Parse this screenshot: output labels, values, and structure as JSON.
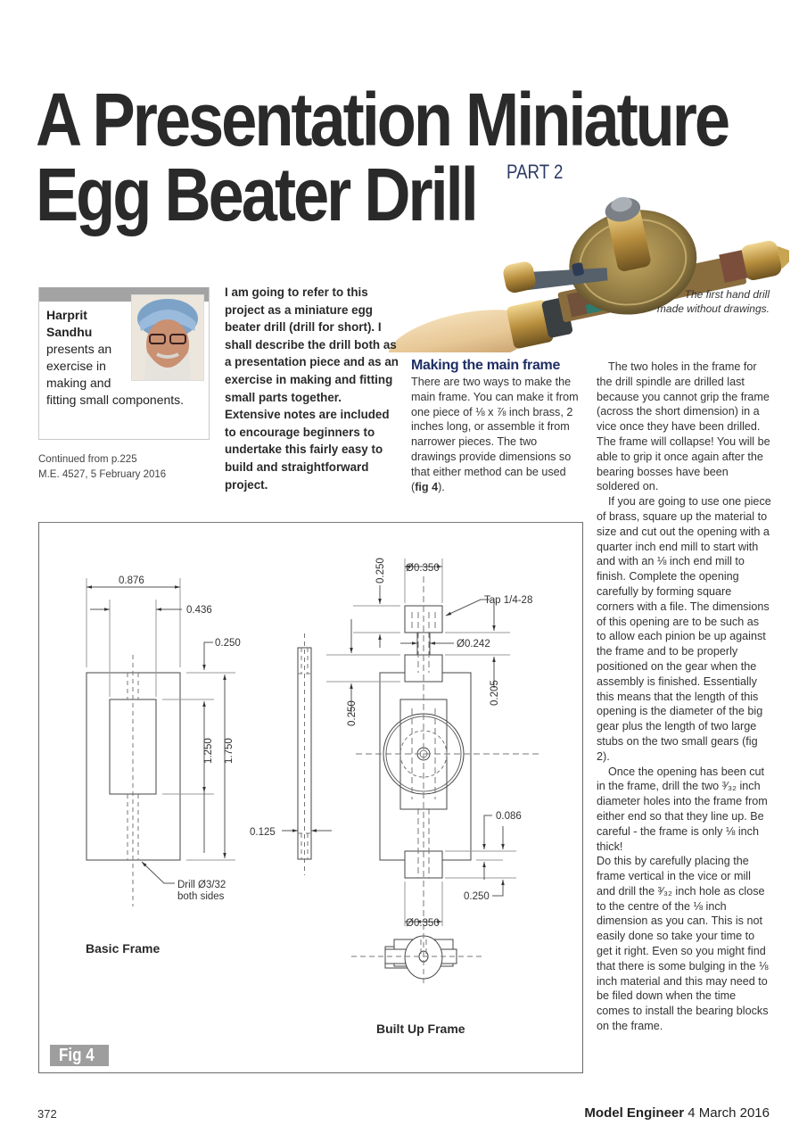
{
  "header": {
    "title_line1": "A Presentation Miniature",
    "title_line2": "Egg Beater Drill",
    "part": "PART 2"
  },
  "photo": {
    "caption_line1": "The first hand drill",
    "caption_line2": "made without drawings."
  },
  "author": {
    "name_line1": "Harprit",
    "name_line2": "Sandhu",
    "desc_lines": [
      "presents an",
      "exercise in",
      "making and",
      "fitting small components."
    ]
  },
  "continued": {
    "line1": "Continued from p.225",
    "line2": "M.E. 4527, 5 February 2016"
  },
  "intro": "I am going to refer to this project as a miniature egg beater drill (drill for short). I shall describe the drill both as a presentation piece and as an exercise in making and fitting small parts together. Extensive notes are included to encourage beginners to undertake this fairly easy to build and straightforward project.",
  "section": {
    "heading": "Making the main frame",
    "para1_before": "There are two ways to make the main frame. You can make it from one piece of ⅛ x ⅞ inch brass, 2 inches long, or assemble it from narrower pieces. The two drawings provide dimensions so that either method can be used (",
    "para1_ref": "fig 4",
    "para1_after": ")."
  },
  "column3": {
    "para1": "The two holes in the frame for the drill spindle are drilled last because you cannot grip the frame (across the short dimension) in a vice once they have been drilled. The frame will collapse! You will be able to grip it once again after the bearing bosses have been soldered on.",
    "para2": "If you are going to use one piece of brass, square up the material to size and cut out the opening with a quarter inch end mill to start with and with an ⅛ inch end mill to finish. Complete the opening carefully by forming square corners with a file. The dimensions of this opening are to be such as to allow each pinion be up against the frame and to be properly positioned on the gear when the assembly is finished. Essentially this means that the length of this opening is the diameter of the big gear plus the length of two large stubs on the two small gears (fig 2).",
    "para3": "Once the opening has been cut in the frame, drill the two ³⁄₃₂ inch diameter holes into the frame from either end so that they line up. Be careful - the frame is only ⅛ inch thick!",
    "para4": "Do this by carefully placing the frame vertical in the vice or mill and drill the ³⁄₃₂ inch hole as close to the centre of the ⅛ inch dimension as you can. This is not easily done so take your time to get it right. Even so you might find that there is some bulging in the ⅛ inch material and this may need to be filed down when the time comes to install the bearing blocks on the frame."
  },
  "figure": {
    "label": "Fig 4",
    "basic_frame_title": "Basic Frame",
    "built_up_title": "Built Up Frame",
    "dims": {
      "width_overall": "0.876",
      "width_opening": "0.436",
      "top_margin": "0.250",
      "opening_length": "1.250",
      "overall_length": "1.750",
      "thickness": "0.125",
      "drill_note_line1": "Drill Ø3/32",
      "drill_note_line2": "both sides",
      "boss_height_top": "0.250",
      "boss_dia_top": "Ø0.350",
      "tap": "Tap 1/4-28",
      "neck_dia": "Ø0.242",
      "neck_len": "0.205",
      "side_offset": "0.250",
      "lower_step": "0.086",
      "lower_boss_height": "0.250",
      "boss_dia_bottom": "Ø0.350"
    }
  },
  "footer": {
    "page_number": "372",
    "magazine": "Model Engineer",
    "date": "4 March 2016"
  },
  "colors": {
    "heading_blue": "#1f2f66",
    "author_bar": "#a3a3a3",
    "fig_label_bg": "#9e9e9e",
    "text": "#2b2b2b"
  }
}
